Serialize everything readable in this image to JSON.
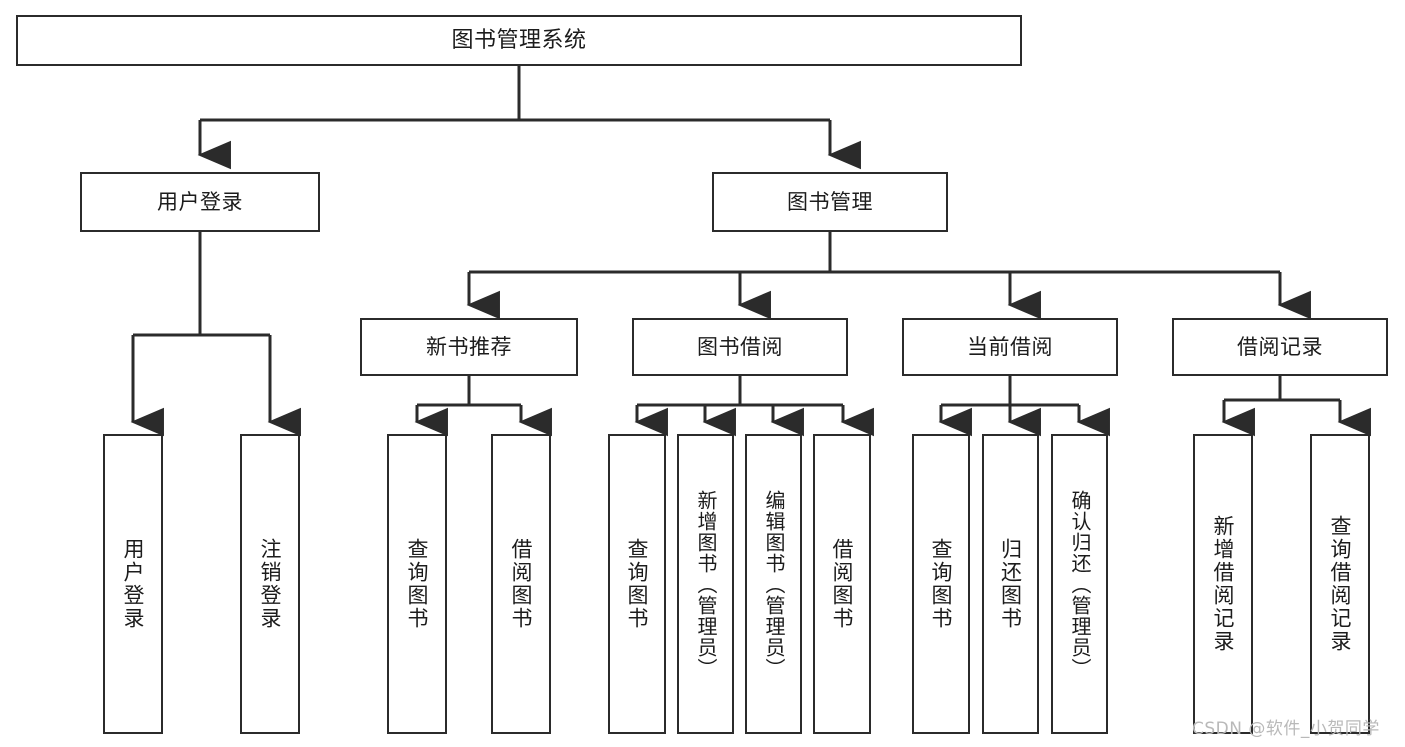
{
  "diagram": {
    "title": "图书管理系统",
    "type": "functional-structure-tree",
    "stroke_color": "#2b2b2b",
    "text_color": "#1c1c1c",
    "background_color": "#ffffff",
    "nodes": {
      "root": {
        "label": "图书管理系统"
      },
      "tier2": [
        {
          "label": "用户登录"
        },
        {
          "label": "图书管理"
        }
      ],
      "tier3": [
        {
          "label": "新书推荐"
        },
        {
          "label": "图书借阅"
        },
        {
          "label": "当前借阅"
        },
        {
          "label": "借阅记录"
        }
      ],
      "leaves": {
        "user_login": [
          {
            "label": "用户登录"
          },
          {
            "label": "注销登录"
          }
        ],
        "new_book_recommend": [
          {
            "label": "查询图书"
          },
          {
            "label": "借阅图书"
          }
        ],
        "book_borrow": [
          {
            "label": "查询图书"
          },
          {
            "label": "新增图书（管理员）"
          },
          {
            "label": "编辑图书（管理员）"
          },
          {
            "label": "借阅图书"
          }
        ],
        "current_borrow": [
          {
            "label": "查询图书"
          },
          {
            "label": "归还图书"
          },
          {
            "label": "确认归还（管理员）"
          }
        ],
        "borrow_record": [
          {
            "label": "新增借阅记录"
          },
          {
            "label": "查询借阅记录"
          }
        ]
      }
    }
  },
  "watermark": {
    "text": "CSDN @软件_小贺同学",
    "color": "#b9b9b9"
  }
}
